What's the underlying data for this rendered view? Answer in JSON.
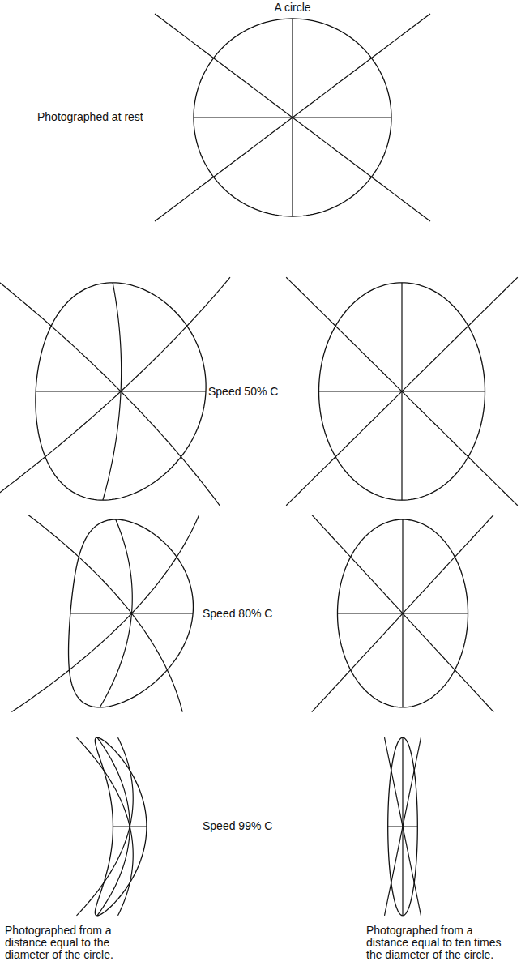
{
  "diagram": {
    "labels": [
      "A circle",
      "Photographed at rest",
      "Speed 50% C",
      "Speed 80% C",
      "Speed 99% C",
      "Photographed from a distance equal to the diameter of the circle.",
      "Photographed from a distance equal to ten times the diameter of the circle."
    ]
  }
}
